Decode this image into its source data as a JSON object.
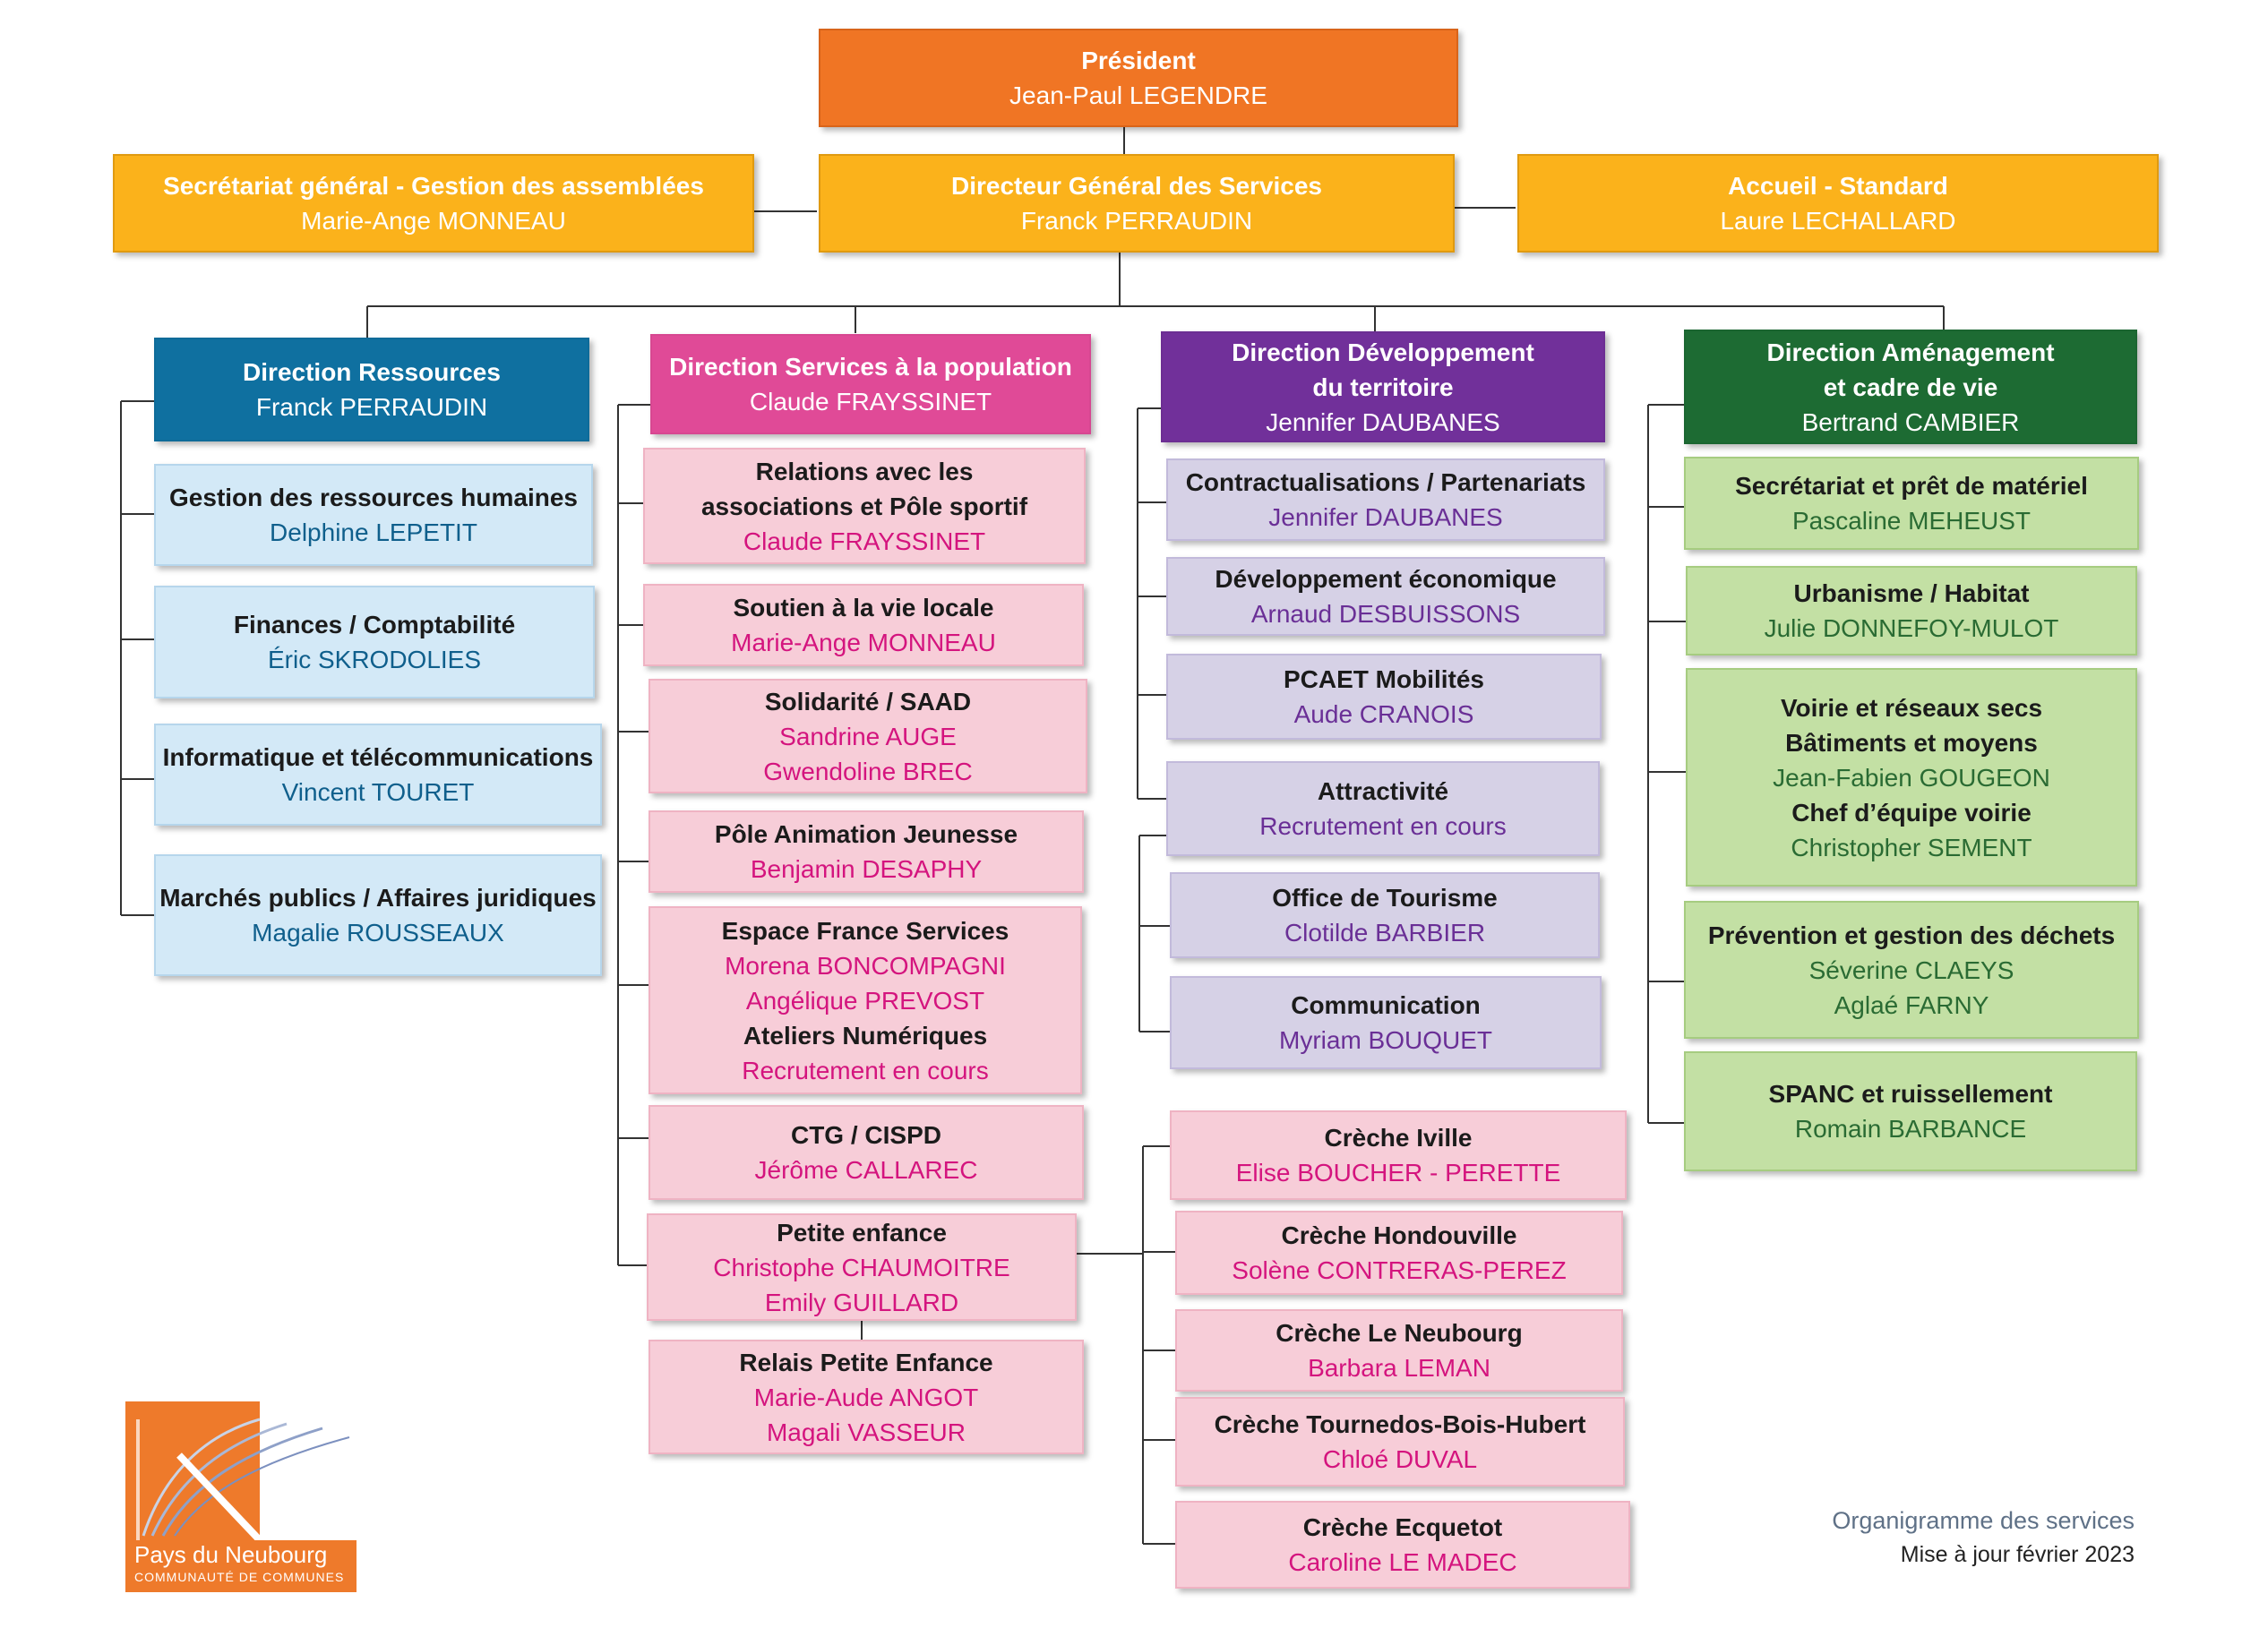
{
  "top": {
    "president": {
      "title": "Président",
      "person": "Jean-Paul LEGENDRE"
    },
    "secretariat": {
      "title": "Secrétariat général - Gestion des assemblées",
      "person": "Marie-Ange MONNEAU"
    },
    "dgs": {
      "title": "Directeur Général des Services",
      "person": "Franck PERRAUDIN"
    },
    "accueil": {
      "title": "Accueil - Standard",
      "person": "Laure LECHALLARD"
    }
  },
  "directions": {
    "ressources": {
      "title": "Direction Ressources",
      "person": "Franck PERRAUDIN",
      "services": [
        {
          "title": "Gestion des ressources humaines",
          "people": [
            "Delphine LEPETIT"
          ]
        },
        {
          "title": "Finances  /  Comptabilité",
          "people": [
            "Éric SKRODOLIES"
          ]
        },
        {
          "title": "Informatique et télécommunications",
          "people": [
            "Vincent TOURET"
          ]
        },
        {
          "title": "Marchés publics / Affaires juridiques",
          "people": [
            "Magalie ROUSSEAUX"
          ]
        }
      ]
    },
    "population": {
      "title": "Direction Services à la population",
      "person": "Claude FRAYSSINET",
      "services": [
        {
          "title_lines": [
            "Relations avec les",
            "associations et Pôle sportif"
          ],
          "people": [
            "Claude FRAYSSINET"
          ]
        },
        {
          "title": "Soutien à la vie locale",
          "people": [
            "Marie-Ange MONNEAU"
          ]
        },
        {
          "title": "Solidarité / SAAD",
          "people": [
            "Sandrine AUGE",
            "Gwendoline BREC"
          ]
        },
        {
          "title": "Pôle Animation Jeunesse",
          "people": [
            "Benjamin DESAPHY"
          ]
        },
        {
          "title": "Espace France Services",
          "people": [
            "Morena BONCOMPAGNI",
            "Angélique PREVOST"
          ],
          "title2": "Ateliers Numériques",
          "people2": [
            "Recrutement en cours"
          ]
        },
        {
          "title": "CTG / CISPD",
          "people": [
            "Jérôme CALLAREC"
          ]
        },
        {
          "title": "Petite enfance",
          "people": [
            "Christophe CHAUMOITRE",
            "Emily GUILLARD"
          ]
        },
        {
          "title": "Relais Petite Enfance",
          "people": [
            "Marie-Aude ANGOT",
            "Magali VASSEUR"
          ]
        }
      ],
      "creches": [
        {
          "title": "Crèche Iville",
          "people": [
            "Elise BOUCHER - PERETTE"
          ]
        },
        {
          "title": "Crèche Hondouville",
          "people": [
            "Solène CONTRERAS-PEREZ"
          ]
        },
        {
          "title": "Crèche Le Neubourg",
          "people": [
            "Barbara LEMAN"
          ]
        },
        {
          "title": "Crèche Tournedos-Bois-Hubert",
          "people": [
            "Chloé DUVAL"
          ]
        },
        {
          "title": "Crèche Ecquetot",
          "people": [
            "Caroline LE MADEC"
          ]
        }
      ]
    },
    "developpement": {
      "title_lines": [
        "Direction Développement",
        "du territoire"
      ],
      "person": "Jennifer DAUBANES",
      "services": [
        {
          "title": "Contractualisations / Partenariats",
          "people": [
            "Jennifer DAUBANES"
          ]
        },
        {
          "title": "Développement économique",
          "people": [
            "Arnaud DESBUISSONS"
          ]
        },
        {
          "title": "PCAET Mobilités",
          "people": [
            "Aude CRANOIS"
          ]
        },
        {
          "title": "Attractivité",
          "people": [
            "Recrutement en cours"
          ]
        },
        {
          "title": "Office de Tourisme",
          "people": [
            "Clotilde BARBIER"
          ]
        },
        {
          "title": "Communication",
          "people": [
            "Myriam BOUQUET"
          ]
        }
      ]
    },
    "amenagement": {
      "title_lines": [
        "Direction Aménagement",
        "et cadre de vie"
      ],
      "person": "Bertrand CAMBIER",
      "services": [
        {
          "title": "Secrétariat et prêt de matériel",
          "people": [
            "Pascaline MEHEUST"
          ]
        },
        {
          "title": "Urbanisme / Habitat",
          "people": [
            "Julie DONNEFOY-MULOT"
          ]
        },
        {
          "title_lines": [
            "Voirie et réseaux secs",
            "Bâtiments et moyens"
          ],
          "people": [
            "Jean-Fabien GOUGEON"
          ],
          "title2": "Chef d’équipe voirie",
          "people2": [
            "Christopher SEMENT"
          ]
        },
        {
          "title": "Prévention et gestion des déchets",
          "people": [
            "Séverine CLAEYS",
            "Aglaé FARNY"
          ]
        },
        {
          "title": "SPANC et ruissellement",
          "people": [
            "Romain BARBANCE"
          ]
        }
      ]
    }
  },
  "logo": {
    "line1": "Pays du Neubourg",
    "line2": "COMMUNAUTÉ DE COMMUNES"
  },
  "footer": {
    "caption": "Organigramme des services",
    "updated": "Mise à jour février 2023"
  },
  "colors": {
    "president": "#f07524",
    "gold": "#fbb21b",
    "ressources": "#0f70a0",
    "population": "#e04a97",
    "developpement": "#71309a",
    "amenagement": "#1d6b33"
  }
}
